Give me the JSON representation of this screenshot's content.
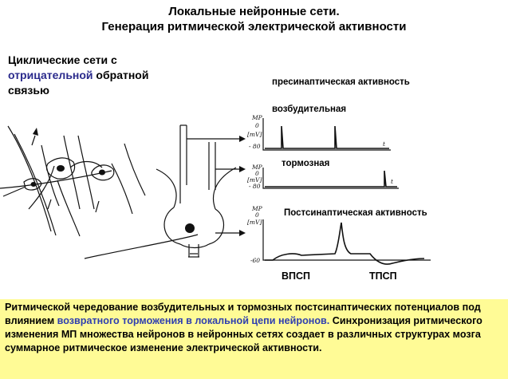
{
  "title_line1": "Локальные нейронные сети.",
  "title_line2": "Генерация ритмической электрической активности",
  "subtitle": {
    "line1": "Циклические сети с",
    "highlight": "отрицательной",
    "line2_rest": " обратной",
    "line3": "связью"
  },
  "labels": {
    "presynaptic": "пресинаптическая активность",
    "excitatory": "возбудительная",
    "inhibitory": "тормозная",
    "postsynaptic": "Постсинаптическая активность",
    "epsp": "ВПСП",
    "ipsp": "ТПСП"
  },
  "axis": {
    "mp": "MP",
    "mv": "[mV]",
    "zero": "0",
    "m80": "- 80",
    "m60": "-60",
    "t": "t"
  },
  "caption": {
    "p1": "Ритмической чередование возбудительных и тормозных постсинаптических потенциалов под влиянием ",
    "h1": "возвратного торможения в локальной цепи нейронов.",
    "p2": " Синхронизация ритмического изменения МП множества нейронов в нейронных сетях создает в различных структурах мозга суммарное ритмическое изменение электрической активности."
  }
}
